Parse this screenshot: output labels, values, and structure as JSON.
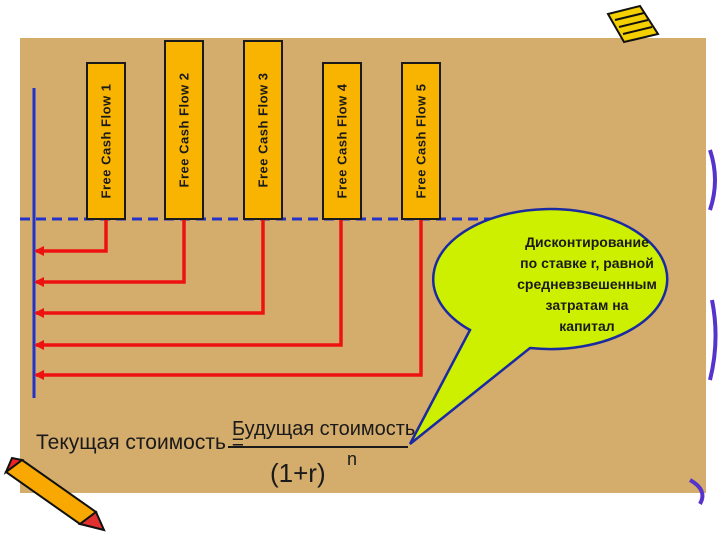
{
  "cash_flows": [
    {
      "label": "Free Cash Flow 1"
    },
    {
      "label": "Free Cash Flow 2"
    },
    {
      "label": "Free Cash Flow 3"
    },
    {
      "label": "Free Cash Flow 4"
    },
    {
      "label": "Free Cash Flow 5"
    }
  ],
  "callout": {
    "lines": [
      "Дисконтирование",
      "по ставке r, равной",
      "средневзвешенным",
      "затратам на",
      "капитал"
    ]
  },
  "formula": {
    "left": "Текущая стоимость =",
    "numerator": "Будущая стоимость",
    "denominator": "(1+r)",
    "exponent": "n"
  },
  "colors": {
    "panel": "#d4ac6c",
    "box": "#f8b400",
    "arrow": "#ee1111",
    "timeline": "#2233cc",
    "bubble": "#ccf000"
  }
}
